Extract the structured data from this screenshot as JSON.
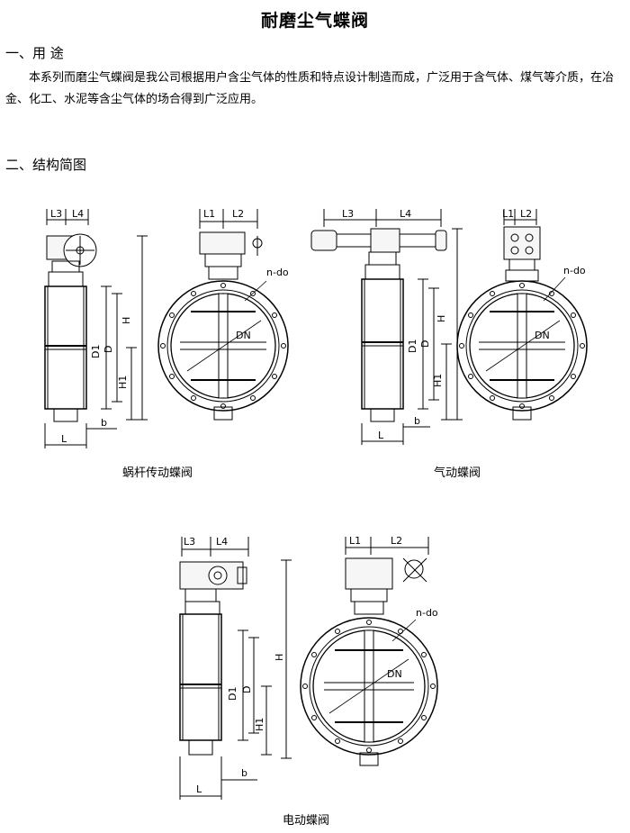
{
  "title": "耐磨尘气蝶阀",
  "section_use": {
    "heading": "一、用 途",
    "body": "本系列而磨尘气蝶阀是我公司根据用户含尘气体的性质和特点设计制造而成，广泛用于含气体、煤气等介质，在冶金、化工、水泥等含尘气体的场合得到广泛应用。"
  },
  "section_structure": {
    "heading": "二、结构简图"
  },
  "figures": {
    "worm": {
      "caption": "蜗杆传动蝶阀",
      "labels": {
        "L3": "L3",
        "L4": "L4",
        "L": "L",
        "b": "b",
        "H": "H",
        "H1": "H1",
        "D1": "D1",
        "D": "D",
        "L1": "L1",
        "L2": "L2",
        "ndo": "n-do",
        "DN": "DN"
      }
    },
    "pneumatic": {
      "caption": "气动蝶阀",
      "labels": {
        "L3": "L3",
        "L4": "L4",
        "L": "L",
        "b": "b",
        "H": "H",
        "H1": "H1",
        "D1": "D1",
        "D": "D",
        "L1": "L1",
        "L2": "L2",
        "ndo": "n-do",
        "DN": "DN"
      }
    },
    "electric": {
      "caption": "电动蝶阀",
      "labels": {
        "L3": "L3",
        "L4": "L4",
        "L": "L",
        "b": "b",
        "H": "H",
        "H1": "H1",
        "D1": "D1",
        "D": "D",
        "L1": "L1",
        "L2": "L2",
        "ndo": "n-do",
        "DN": "DN"
      }
    }
  }
}
